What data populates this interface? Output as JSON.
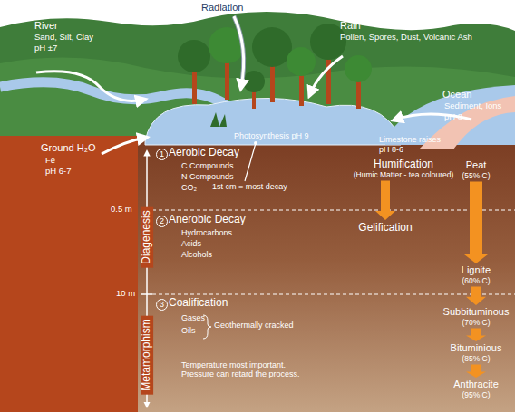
{
  "diagram": {
    "nodes": [
      {
        "text": [
          "Humification",
          "(Humic Matter - tea coloured)"
        ]
      },
      {
        "text": [
          "Gelification"
        ]
      },
      {
        "text": [
          "Peat",
          "(55% C)"
        ]
      },
      {
        "text": [
          "Lignite",
          "(60% C)"
        ]
      },
      {
        "text": [
          "Subbituminous",
          "(70% C)"
        ]
      },
      {
        "text": [
          "Bituminious",
          "(85% C)"
        ]
      },
      {
        "text": [
          "Anthracite",
          "(95% C)"
        ]
      }
    ],
    "edges": [
      {
        "from": 0,
        "to": 1,
        "arrow": "to"
      },
      {
        "from": 2,
        "to": 3,
        "arrow": "to"
      },
      {
        "from": 3,
        "to": 4,
        "arrow": "to"
      },
      {
        "from": 4,
        "to": 5,
        "arrow": "to"
      },
      {
        "from": 5,
        "to": 6,
        "arrow": "to"
      }
    ],
    "labels": [
      "River",
      "Sand, Silt, Clay",
      "pH ±7",
      "Radiation",
      "Rain",
      "Pollen, Spores, Dust, Volcanic Ash",
      "Ocean",
      "Sediment, Ions",
      "pH 8",
      "Photosynthesis pH 9",
      "Ground H₂O",
      "Fe",
      "pH 6-7",
      "1",
      "Aerobic Decay",
      "C Compounds",
      "N Compounds",
      "CO₂",
      "1st cm = most decay",
      "Limestone raises",
      "pH 8-6",
      "0.5 m",
      "Diagenesis",
      "2",
      "Anerobic Decay",
      "Hydrocarbons",
      "Acids",
      "Alcohols",
      "10 m",
      "Metamorphism",
      "3",
      "Coalification",
      "Gases",
      "Oils",
      "Geothermally cracked",
      "Temperature most important. Pressure can retard the process."
    ]
  }
}
